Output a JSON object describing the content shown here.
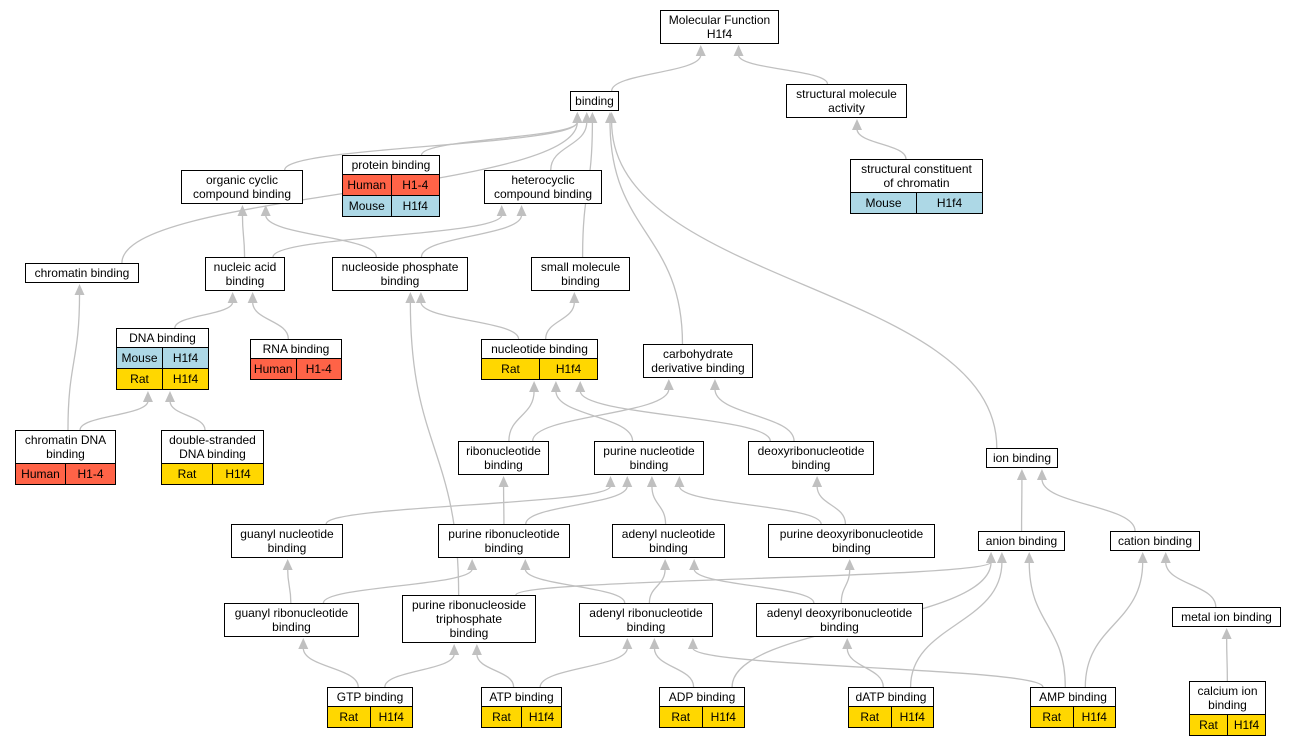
{
  "colors": {
    "Human": "#ff6347",
    "Mouse": "#add8e6",
    "Rat": "#ffd700",
    "edge": "#c0c0c0",
    "border": "#000000",
    "node_bg": "#ffffff"
  },
  "nodes": [
    {
      "id": "mf",
      "lines": [
        "Molecular Function",
        "H1f4"
      ],
      "rows": []
    },
    {
      "id": "binding",
      "lines": [
        "binding"
      ],
      "rows": []
    },
    {
      "id": "structural_molecule_activity",
      "lines": [
        "structural molecule",
        "activity"
      ],
      "rows": []
    },
    {
      "id": "structural_constituent_chromatin",
      "lines": [
        "structural constituent",
        "of chromatin"
      ],
      "rows": [
        {
          "species": "Mouse",
          "gene": "H1f4"
        }
      ]
    },
    {
      "id": "protein_binding",
      "lines": [
        "protein binding"
      ],
      "rows": [
        {
          "species": "Human",
          "gene": "H1-4"
        },
        {
          "species": "Mouse",
          "gene": "H1f4"
        }
      ]
    },
    {
      "id": "organic_cyclic",
      "lines": [
        "organic cyclic",
        "compound binding"
      ],
      "rows": []
    },
    {
      "id": "heterocyclic",
      "lines": [
        "heterocyclic",
        "compound binding"
      ],
      "rows": []
    },
    {
      "id": "chromatin_binding",
      "lines": [
        "chromatin binding"
      ],
      "rows": []
    },
    {
      "id": "nucleic_acid",
      "lines": [
        "nucleic acid",
        "binding"
      ],
      "rows": []
    },
    {
      "id": "nucleoside_phosphate",
      "lines": [
        "nucleoside phosphate",
        "binding"
      ],
      "rows": []
    },
    {
      "id": "small_molecule",
      "lines": [
        "small molecule",
        "binding"
      ],
      "rows": []
    },
    {
      "id": "dna_binding",
      "lines": [
        "DNA binding"
      ],
      "rows": [
        {
          "species": "Mouse",
          "gene": "H1f4"
        },
        {
          "species": "Rat",
          "gene": "H1f4"
        }
      ]
    },
    {
      "id": "rna_binding",
      "lines": [
        "RNA binding"
      ],
      "rows": [
        {
          "species": "Human",
          "gene": "H1-4"
        }
      ]
    },
    {
      "id": "nucleotide_binding",
      "lines": [
        "nucleotide binding"
      ],
      "rows": [
        {
          "species": "Rat",
          "gene": "H1f4"
        }
      ]
    },
    {
      "id": "carbohydrate_derivative",
      "lines": [
        "carbohydrate",
        "derivative binding"
      ],
      "rows": []
    },
    {
      "id": "chromatin_dna",
      "lines": [
        "chromatin DNA",
        "binding"
      ],
      "rows": [
        {
          "species": "Human",
          "gene": "H1-4"
        }
      ]
    },
    {
      "id": "ds_dna",
      "lines": [
        "double-stranded",
        "DNA binding"
      ],
      "rows": [
        {
          "species": "Rat",
          "gene": "H1f4"
        }
      ]
    },
    {
      "id": "ribonucleotide",
      "lines": [
        "ribonucleotide",
        "binding"
      ],
      "rows": []
    },
    {
      "id": "purine_nucleotide",
      "lines": [
        "purine nucleotide",
        "binding"
      ],
      "rows": []
    },
    {
      "id": "deoxyribonucleotide",
      "lines": [
        "deoxyribonucleotide",
        "binding"
      ],
      "rows": []
    },
    {
      "id": "ion_binding",
      "lines": [
        "ion binding"
      ],
      "rows": []
    },
    {
      "id": "guanyl_nucleotide",
      "lines": [
        "guanyl nucleotide",
        "binding"
      ],
      "rows": []
    },
    {
      "id": "purine_ribonucleotide",
      "lines": [
        "purine ribonucleotide",
        "binding"
      ],
      "rows": []
    },
    {
      "id": "adenyl_nucleotide",
      "lines": [
        "adenyl nucleotide",
        "binding"
      ],
      "rows": []
    },
    {
      "id": "purine_deoxyribonucleotide",
      "lines": [
        "purine deoxyribonucleotide",
        "binding"
      ],
      "rows": []
    },
    {
      "id": "anion_binding",
      "lines": [
        "anion binding"
      ],
      "rows": []
    },
    {
      "id": "cation_binding",
      "lines": [
        "cation binding"
      ],
      "rows": []
    },
    {
      "id": "guanyl_ribonucleotide",
      "lines": [
        "guanyl ribonucleotide",
        "binding"
      ],
      "rows": []
    },
    {
      "id": "purine_ribonucleoside_triphosphate",
      "lines": [
        "purine ribonucleoside",
        "triphosphate",
        "binding"
      ],
      "rows": []
    },
    {
      "id": "adenyl_ribonucleotide",
      "lines": [
        "adenyl ribonucleotide",
        "binding"
      ],
      "rows": []
    },
    {
      "id": "adenyl_deoxyribonucleotide",
      "lines": [
        "adenyl deoxyribonucleotide",
        "binding"
      ],
      "rows": []
    },
    {
      "id": "metal_ion",
      "lines": [
        "metal ion binding"
      ],
      "rows": []
    },
    {
      "id": "gtp",
      "lines": [
        "GTP binding"
      ],
      "rows": [
        {
          "species": "Rat",
          "gene": "H1f4"
        }
      ]
    },
    {
      "id": "atp",
      "lines": [
        "ATP binding"
      ],
      "rows": [
        {
          "species": "Rat",
          "gene": "H1f4"
        }
      ]
    },
    {
      "id": "adp",
      "lines": [
        "ADP binding"
      ],
      "rows": [
        {
          "species": "Rat",
          "gene": "H1f4"
        }
      ]
    },
    {
      "id": "datp",
      "lines": [
        "dATP binding"
      ],
      "rows": [
        {
          "species": "Rat",
          "gene": "H1f4"
        }
      ]
    },
    {
      "id": "amp",
      "lines": [
        "AMP binding"
      ],
      "rows": [
        {
          "species": "Rat",
          "gene": "H1f4"
        }
      ]
    },
    {
      "id": "calcium_ion",
      "lines": [
        "calcium ion",
        "binding"
      ],
      "rows": [
        {
          "species": "Rat",
          "gene": "H1f4"
        }
      ]
    }
  ],
  "edges": [
    [
      "binding",
      "mf"
    ],
    [
      "structural_molecule_activity",
      "mf"
    ],
    [
      "structural_constituent_chromatin",
      "structural_molecule_activity"
    ],
    [
      "protein_binding",
      "binding"
    ],
    [
      "organic_cyclic",
      "binding"
    ],
    [
      "heterocyclic",
      "binding"
    ],
    [
      "chromatin_binding",
      "binding"
    ],
    [
      "small_molecule",
      "binding"
    ],
    [
      "carbohydrate_derivative",
      "binding"
    ],
    [
      "ion_binding",
      "binding"
    ],
    [
      "nucleic_acid",
      "organic_cyclic"
    ],
    [
      "nucleic_acid",
      "heterocyclic"
    ],
    [
      "nucleoside_phosphate",
      "organic_cyclic"
    ],
    [
      "nucleoside_phosphate",
      "heterocyclic"
    ],
    [
      "dna_binding",
      "nucleic_acid"
    ],
    [
      "rna_binding",
      "nucleic_acid"
    ],
    [
      "nucleotide_binding",
      "nucleoside_phosphate"
    ],
    [
      "nucleotide_binding",
      "small_molecule"
    ],
    [
      "chromatin_dna",
      "chromatin_binding"
    ],
    [
      "chromatin_dna",
      "dna_binding"
    ],
    [
      "ds_dna",
      "dna_binding"
    ],
    [
      "ribonucleotide",
      "nucleotide_binding"
    ],
    [
      "ribonucleotide",
      "carbohydrate_derivative"
    ],
    [
      "purine_nucleotide",
      "nucleotide_binding"
    ],
    [
      "deoxyribonucleotide",
      "nucleotide_binding"
    ],
    [
      "deoxyribonucleotide",
      "carbohydrate_derivative"
    ],
    [
      "guanyl_nucleotide",
      "purine_nucleotide"
    ],
    [
      "purine_ribonucleotide",
      "ribonucleotide"
    ],
    [
      "purine_ribonucleotide",
      "purine_nucleotide"
    ],
    [
      "adenyl_nucleotide",
      "purine_nucleotide"
    ],
    [
      "purine_deoxyribonucleotide",
      "purine_nucleotide"
    ],
    [
      "purine_deoxyribonucleotide",
      "deoxyribonucleotide"
    ],
    [
      "anion_binding",
      "ion_binding"
    ],
    [
      "cation_binding",
      "ion_binding"
    ],
    [
      "guanyl_ribonucleotide",
      "guanyl_nucleotide"
    ],
    [
      "guanyl_ribonucleotide",
      "purine_ribonucleotide"
    ],
    [
      "purine_ribonucleoside_triphosphate",
      "nucleoside_phosphate"
    ],
    [
      "purine_ribonucleoside_triphosphate",
      "anion_binding"
    ],
    [
      "adenyl_ribonucleotide",
      "purine_ribonucleotide"
    ],
    [
      "adenyl_ribonucleotide",
      "adenyl_nucleotide"
    ],
    [
      "adenyl_deoxyribonucleotide",
      "adenyl_nucleotide"
    ],
    [
      "adenyl_deoxyribonucleotide",
      "purine_deoxyribonucleotide"
    ],
    [
      "metal_ion",
      "cation_binding"
    ],
    [
      "gtp",
      "guanyl_ribonucleotide"
    ],
    [
      "gtp",
      "purine_ribonucleoside_triphosphate"
    ],
    [
      "atp",
      "purine_ribonucleoside_triphosphate"
    ],
    [
      "atp",
      "adenyl_ribonucleotide"
    ],
    [
      "adp",
      "adenyl_ribonucleotide"
    ],
    [
      "adp",
      "anion_binding"
    ],
    [
      "datp",
      "adenyl_deoxyribonucleotide"
    ],
    [
      "datp",
      "anion_binding"
    ],
    [
      "amp",
      "adenyl_ribonucleotide"
    ],
    [
      "amp",
      "anion_binding"
    ],
    [
      "amp",
      "cation_binding"
    ],
    [
      "calcium_ion",
      "metal_ion"
    ]
  ]
}
